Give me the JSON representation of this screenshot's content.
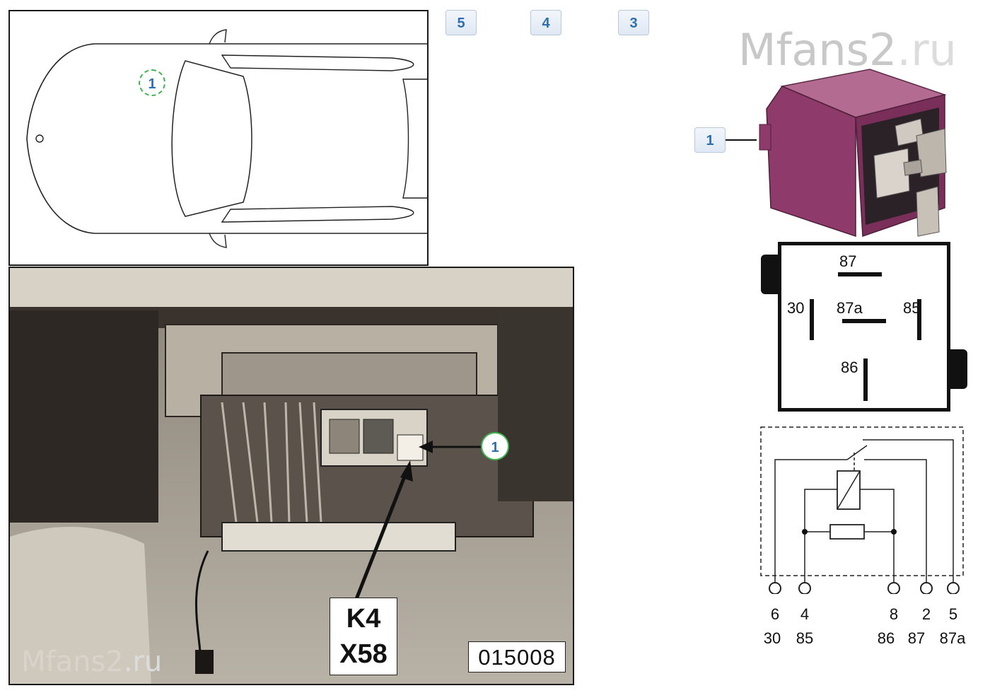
{
  "location_tags": [
    "5",
    "4",
    "3"
  ],
  "car_marker": "1",
  "photo": {
    "marker": "1",
    "component_id": "K4",
    "connector_id": "X58",
    "image_code": "015008"
  },
  "relay": {
    "marker": "1",
    "color": "#8e3a6a"
  },
  "pin_layout": {
    "pins": [
      "87",
      "30",
      "87a",
      "85",
      "86"
    ]
  },
  "circuit": {
    "terminal_numbers": [
      "6",
      "4",
      "8",
      "2",
      "5"
    ],
    "terminal_names": [
      "30",
      "85",
      "86",
      "87",
      "87a"
    ]
  },
  "watermarks": {
    "top": {
      "main": "Mfans2",
      "suffix": ".ru"
    },
    "bottom": {
      "main": "Mfans2",
      "suffix": ".ru"
    }
  },
  "colors": {
    "tag_text": "#2f6fb0",
    "marker_green": "#3fb34f"
  }
}
